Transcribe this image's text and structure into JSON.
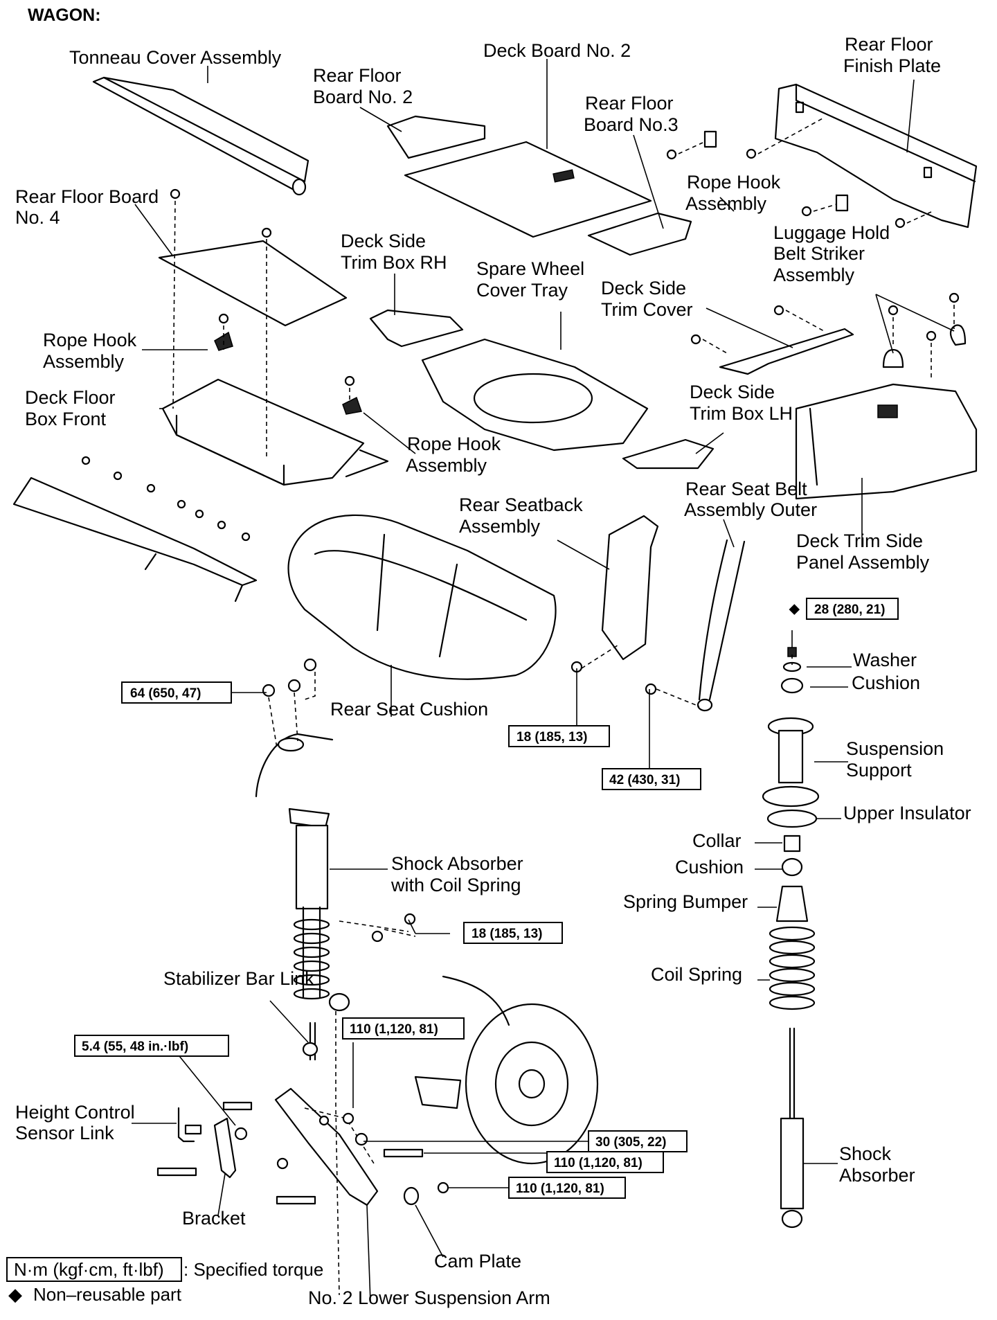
{
  "title": "WAGON:",
  "labels": {
    "tonneau": "Tonneau Cover Assembly",
    "deck_board_2": "Deck Board No. 2",
    "rear_floor_board_2_a": "Rear Floor",
    "rear_floor_board_2_b": "Board No. 2",
    "rear_floor_finish_a": "Rear Floor",
    "rear_floor_finish_b": "Finish Plate",
    "rear_floor_board_3_a": "Rear Floor",
    "rear_floor_board_3_b": "Board No.3",
    "rear_floor_board_4_a": "Rear Floor Board",
    "rear_floor_board_4_b": "No. 4",
    "rope_hook_top_a": "Rope Hook",
    "rope_hook_top_b": "Assembly",
    "luggage_a": "Luggage Hold",
    "luggage_b": "Belt Striker",
    "luggage_c": "Assembly",
    "deck_side_rh_a": "Deck Side",
    "deck_side_rh_b": "Trim Box RH",
    "spare_wheel_a": "Spare Wheel",
    "spare_wheel_b": "Cover Tray",
    "deck_side_cover_a": "Deck Side",
    "deck_side_cover_b": "Trim Cover",
    "rope_hook_left_a": "Rope Hook",
    "rope_hook_left_b": "Assembly",
    "deck_floor_box_a": "Deck Floor",
    "deck_floor_box_b": "Box Front",
    "deck_side_lh_a": "Deck Side",
    "deck_side_lh_b": "Trim Box LH",
    "rope_hook_mid_a": "Rope Hook",
    "rope_hook_mid_b": "Assembly",
    "rear_seat_belt_a": "Rear Seat Belt",
    "rear_seat_belt_b": "Assembly Outer",
    "rear_seatback_a": "Rear Seatback",
    "rear_seatback_b": "Assembly",
    "deck_trim_side_a": "Deck Trim Side",
    "deck_trim_side_b": "Panel Assembly",
    "washer": "Washer",
    "cushion_top": "Cushion",
    "rear_seat_cushion": "Rear Seat Cushion",
    "suspension_support_a": "Suspension",
    "suspension_support_b": "Support",
    "upper_insulator": "Upper Insulator",
    "collar": "Collar",
    "cushion_mid": "Cushion",
    "shock_coil_a": "Shock Absorber",
    "shock_coil_b": "with Coil Spring",
    "spring_bumper": "Spring Bumper",
    "coil_spring": "Coil Spring",
    "stabilizer_link": "Stabilizer Bar Link",
    "height_control_a": "Height Control",
    "height_control_b": "Sensor Link",
    "shock_absorber_a": "Shock",
    "shock_absorber_b": "Absorber",
    "bracket": "Bracket",
    "cam_plate": "Cam Plate",
    "lower_arm": "No. 2 Lower Suspension Arm"
  },
  "torques": {
    "t28": "28 (280, 21)",
    "t64": "64 (650, 47)",
    "t18a": "18 (185, 13)",
    "t42": "42 (430, 31)",
    "t18b": "18 (185, 13)",
    "t110a": "110 (1,120, 81)",
    "t54": "5.4 (55, 48 in.·lbf)",
    "t30": "30 (305, 22)",
    "t110b": "110 (1,120, 81)",
    "t110c": "110 (1,120, 81)"
  },
  "legend": {
    "torque_box": "N·m (kgf·cm, ft·lbf)",
    "torque_text": ": Specified torque",
    "nonreusable_symbol": "◆",
    "nonreusable_text": "Non–reusable part"
  }
}
